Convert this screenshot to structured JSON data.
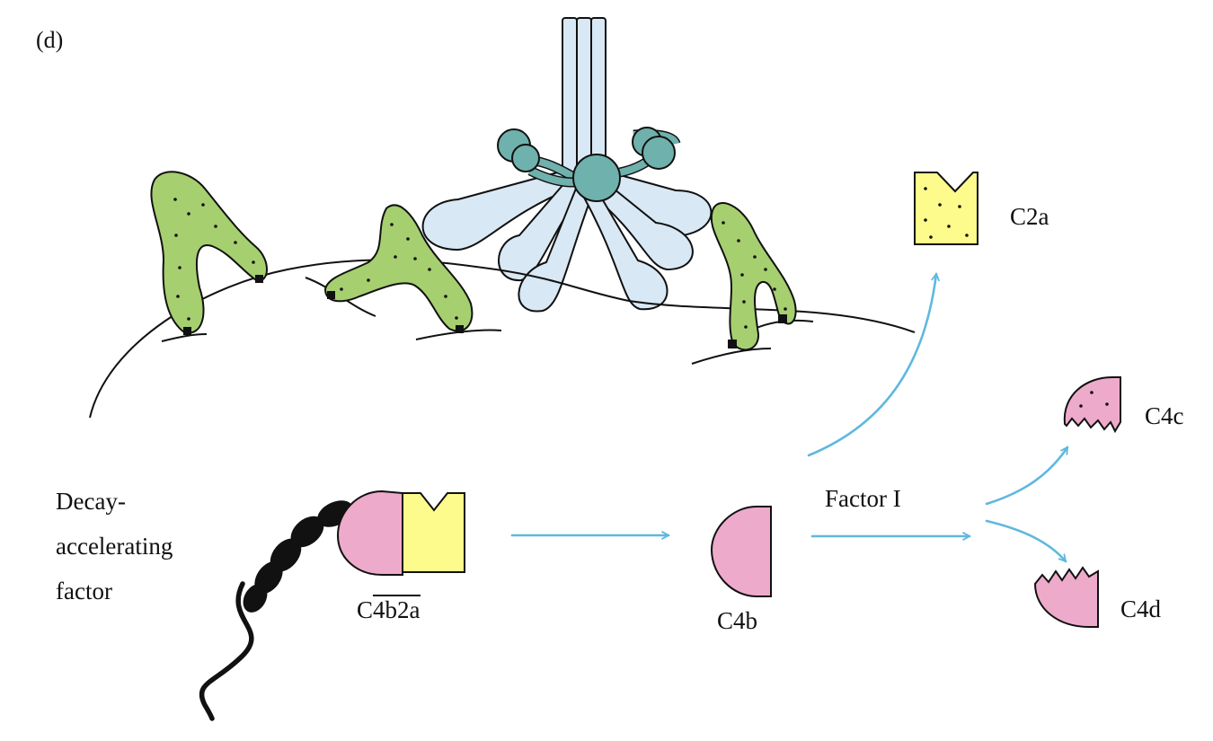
{
  "panel_label": "(d)",
  "colors": {
    "c3_green": "#a6cf6f",
    "antibody_blue": "#d8e8f4",
    "c1_teal": "#6fb1ac",
    "c2a_yellow": "#fcfb8c",
    "c4_pink": "#eeaacb",
    "arrow_blue": "#5fb8de",
    "outline": "#111111"
  },
  "labels": {
    "c2a": "C2a",
    "c4c": "C4c",
    "c4d": "C4d",
    "c4b": "C4b",
    "factor_i": "Factor I",
    "decay_factor": [
      "Decay-",
      "accelerating",
      "factor"
    ],
    "complex": {
      "prefix": "C",
      "overbar": "4b2a"
    }
  }
}
